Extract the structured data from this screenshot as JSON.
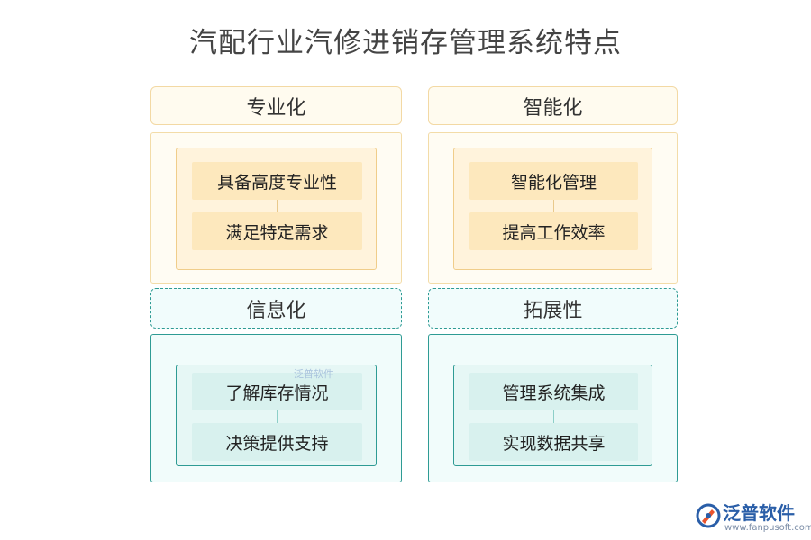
{
  "title": "汽配行业汽修进销存管理系统特点",
  "sections": [
    {
      "header": "专业化",
      "items": [
        "具备高度专业性",
        "满足特定需求"
      ],
      "theme": "orange"
    },
    {
      "header": "智能化",
      "items": [
        "智能化管理",
        "提高工作效率"
      ],
      "theme": "orange"
    },
    {
      "header": "信息化",
      "items": [
        "了解库存情况",
        "决策提供支持"
      ],
      "theme": "teal"
    },
    {
      "header": "拓展性",
      "items": [
        "管理系统集成",
        "实现数据共享"
      ],
      "theme": "teal"
    }
  ],
  "colors": {
    "orange_border": "#f3d9a4",
    "orange_fill": "#fde8bd",
    "teal_border": "#2e9b94",
    "teal_fill": "#d8f1ee",
    "brand_blue": "#2a5ea8"
  },
  "watermark": "泛普软件",
  "brand": {
    "name": "泛普软件",
    "url": "www.fanpusoft.com"
  }
}
